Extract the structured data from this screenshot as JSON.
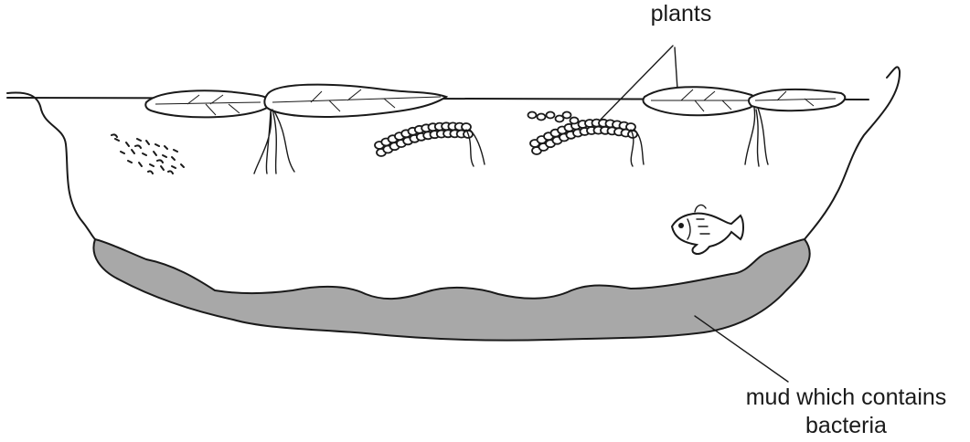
{
  "labels": {
    "plants": "plants",
    "mud_line1": "mud which contains",
    "mud_line2": "bacteria"
  },
  "colors": {
    "mud": "#a8a8a8",
    "ink": "#1a1a1a",
    "background": "#ffffff"
  }
}
